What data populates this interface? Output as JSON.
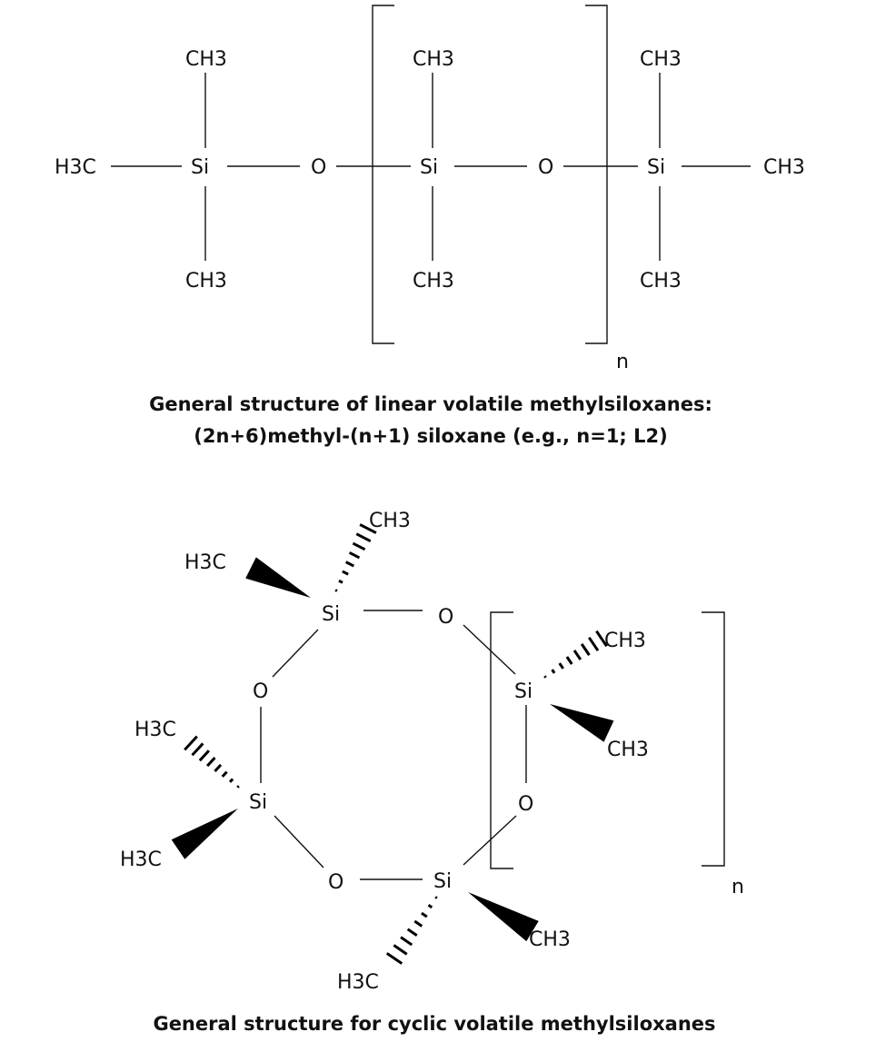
{
  "linear": {
    "atoms": {
      "left_methyl": "H3C",
      "si1": "Si",
      "si1_top": "CH3",
      "si1_bottom": "CH3",
      "o1": "O",
      "si2": "Si",
      "si2_top": "CH3",
      "si2_bottom": "CH3",
      "o2": "O",
      "si3": "Si",
      "si3_top": "CH3",
      "si3_bottom": "CH3",
      "right_methyl": "CH3"
    },
    "repeat_subscript": "n",
    "caption_line1": "General structure of linear volatile methylsiloxanes:",
    "caption_line2": "(2n+6)methyl-(n+1) siloxane (e.g., n=1; L2)"
  },
  "cyclic": {
    "atoms": {
      "si_top": "Si",
      "si_top_ch3": "CH3",
      "si_top_h3c": "H3C",
      "o_top": "O",
      "si_right": "Si",
      "si_right_ch3_up": "CH3",
      "si_right_ch3_down": "CH3",
      "o_right": "O",
      "si_bottom": "Si",
      "si_bottom_ch3": "CH3",
      "si_bottom_h3c": "H3C",
      "o_bottom": "O",
      "si_left": "Si",
      "si_left_h3c_up": "H3C",
      "si_left_h3c_down": "H3C",
      "o_left": "O"
    },
    "repeat_subscript": "n",
    "caption": "General structure for cyclic volatile methylsiloxanes"
  }
}
